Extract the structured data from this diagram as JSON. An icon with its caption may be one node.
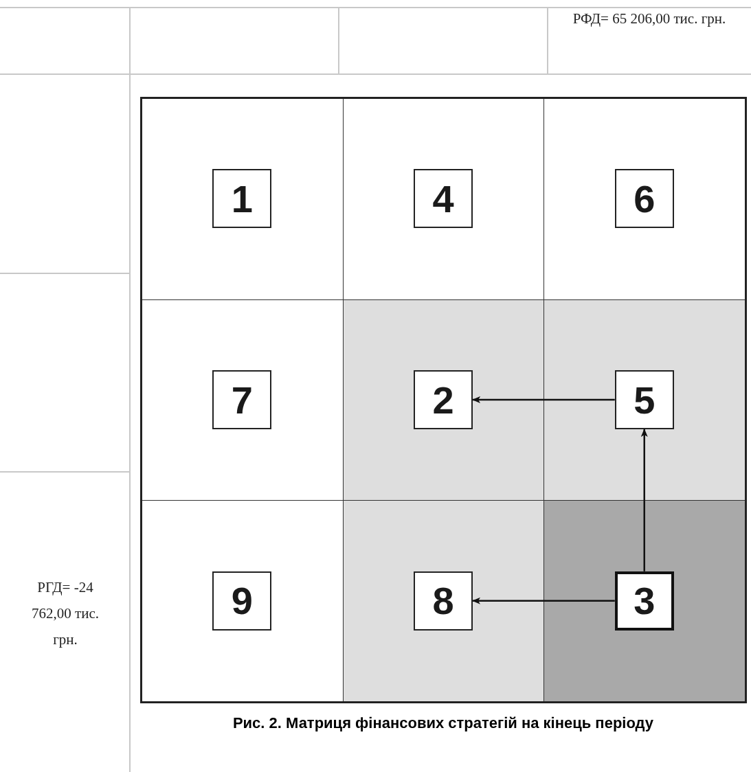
{
  "diagram": {
    "caption": "Рис. 2. Матриця фінансових стратегій на кінець періоду",
    "nodes": [
      {
        "text": [
          "1"
        ]
      },
      {
        "text": [
          "4"
        ]
      },
      {
        "text": [
          "6"
        ]
      },
      {
        "text": [
          "7"
        ]
      },
      {
        "text": [
          "2"
        ]
      },
      {
        "text": [
          "5"
        ]
      },
      {
        "text": [
          "9"
        ]
      },
      {
        "text": [
          "8"
        ]
      },
      {
        "text": [
          "3"
        ]
      }
    ],
    "edges": [
      {
        "from": 5,
        "to": 4,
        "arrow": "to"
      },
      {
        "from": 8,
        "to": 5,
        "arrow": "to"
      },
      {
        "from": 8,
        "to": 7,
        "arrow": "to"
      }
    ],
    "labels": [
      "РФД= 65 206,00 тис. грн.",
      "РГД= -24 762,00 тис. грн."
    ]
  }
}
